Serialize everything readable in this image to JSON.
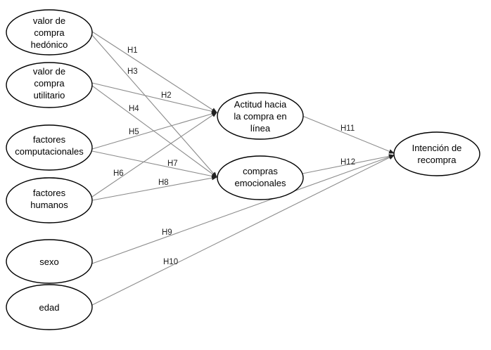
{
  "nodes": {
    "valor_hedonico": [
      "valor de",
      "compra",
      "hedónico"
    ],
    "valor_utilitario": [
      "valor de",
      "compra",
      "utilitario"
    ],
    "factores_computacionales": [
      "factores",
      "computacionales"
    ],
    "factores_humanos": [
      "factores",
      "humanos"
    ],
    "sexo": [
      "sexo"
    ],
    "edad": [
      "edad"
    ],
    "actitud": [
      "Actitud hacia",
      "la compra en",
      "línea"
    ],
    "compras_emocionales": [
      "compras",
      "emocionales"
    ],
    "intencion": [
      "Intención de",
      "recompra"
    ]
  },
  "hypotheses": {
    "h1": "H1",
    "h2": "H2",
    "h3": "H3",
    "h4": "H4",
    "h5": "H5",
    "h6": "H6",
    "h7": "H7",
    "h8": "H8",
    "h9": "H9",
    "h10": "H10",
    "h11": "H11",
    "h12": "H12"
  }
}
